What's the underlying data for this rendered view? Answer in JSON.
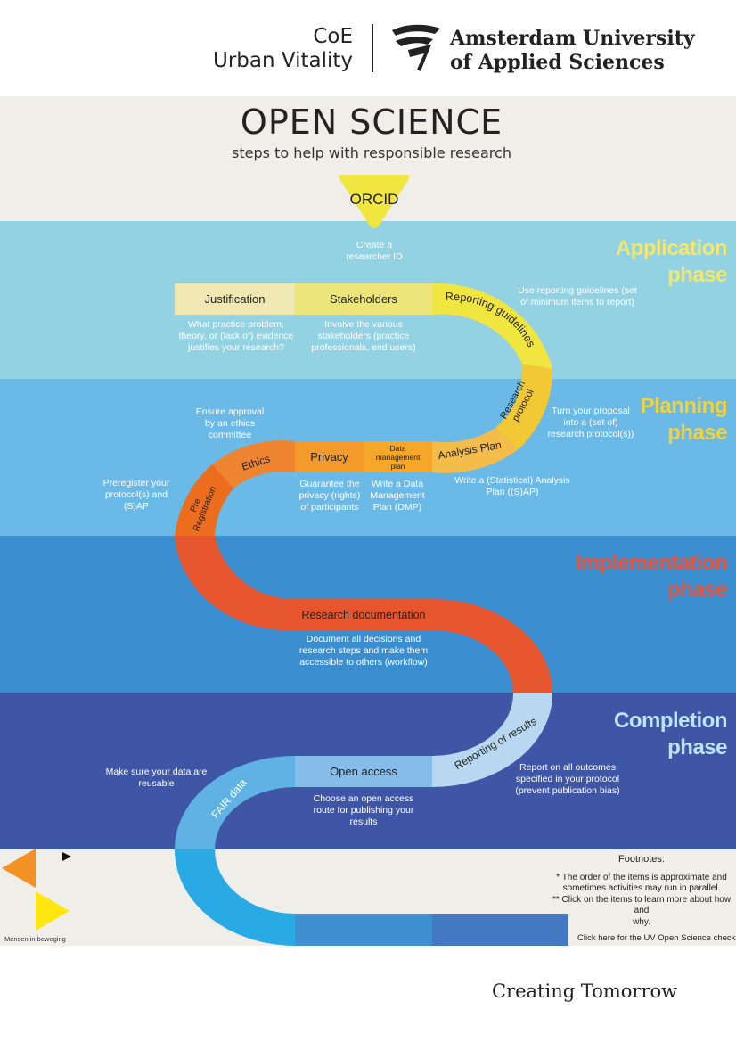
{
  "header": {
    "coe_line1": "CoE",
    "coe_line2": "Urban Vitality",
    "uni_line1": "Amsterdam University",
    "uni_line2": "of Applied Sciences"
  },
  "title": "OPEN SCIENCE",
  "subtitle": "steps to help with responsible research",
  "phases": {
    "application": {
      "line1": "Application",
      "line2": "phase",
      "color": "#F4E76E"
    },
    "planning": {
      "line1": "Planning",
      "line2": "phase",
      "color": "#F2D13A"
    },
    "implementation": {
      "line1": "Implementation",
      "line2": "phase",
      "color": "#E8533A"
    },
    "completion": {
      "line1": "Completion",
      "line2": "phase",
      "color": "#BFE3F5"
    }
  },
  "steps": {
    "orcid": {
      "label": "ORCID",
      "desc_l1": "Create a",
      "desc_l2": "researcher ID"
    },
    "justification": {
      "label": "Justification",
      "desc_l1": "What practice problem,",
      "desc_l2": "theory, or (lack of) evidence",
      "desc_l3": "justifies your research?"
    },
    "stakeholders": {
      "label": "Stakeholders",
      "desc_l1": "Involve the various",
      "desc_l2": "stakeholders (practice",
      "desc_l3": "professionals, end users)"
    },
    "reporting_guidelines": {
      "label": "Reporting guidelines",
      "desc_l1": "Use reporting guidelines (set",
      "desc_l2": "of minimum items to report)"
    },
    "research_protocol": {
      "label_l1": "Research",
      "label_l2": "protocol",
      "desc_l1": "Turn your proposal",
      "desc_l2": "into a (set of)",
      "desc_l3": "research protocol(s))"
    },
    "analysis_plan": {
      "label": "Analysis Plan",
      "desc_l1": "Write a (Statistical) Analysis",
      "desc_l2": "Plan ((S)AP)"
    },
    "data_management_plan": {
      "label_l1": "Data",
      "label_l2": "management",
      "label_l3": "plan",
      "desc_l1": "Write a Data",
      "desc_l2": "Management",
      "desc_l3": "Plan (DMP)"
    },
    "privacy": {
      "label": "Privacy",
      "desc_l1": "Guarantee the",
      "desc_l2": "privacy (rights)",
      "desc_l3": "of participants"
    },
    "ethics": {
      "label": "Ethics",
      "desc_l1": "Ensure approval",
      "desc_l2": "by an ethics",
      "desc_l3": "committee"
    },
    "preregistration": {
      "label_l1": "Pre",
      "label_l2": "Registration",
      "desc_l1": "Preregister your",
      "desc_l2": "protocol(s) and",
      "desc_l3": "(S)AP"
    },
    "research_documentation": {
      "label": "Research documentation",
      "desc_l1": "Document all decisions and",
      "desc_l2": "research steps and make them",
      "desc_l3": "accessible to others (workflow)"
    },
    "reporting_results": {
      "label": "Reporting of results",
      "desc_l1": "Report on all outcomes",
      "desc_l2": "specified in your protocol",
      "desc_l3": "(prevent publication bias)"
    },
    "open_access": {
      "label": "Open access",
      "desc_l1": "Choose an open access",
      "desc_l2": "route for publishing your",
      "desc_l3": "results"
    },
    "fair_data": {
      "label": "FAIR data",
      "desc_l1": "Make sure your data are",
      "desc_l2": "reusable"
    }
  },
  "footnotes": {
    "title": "Footnotes:",
    "line1": "* The order of the items is approximate and",
    "line2": "sometimes activities may run in parallel.",
    "line3": "** Click on the items to learn more about how and",
    "line4": "why."
  },
  "checklist_link": "Click here for the UV Open Science checklist",
  "small_logo_text": "Mensen in beweging",
  "tagline": "Creating Tomorrow",
  "colors": {
    "band_title": "#EFEEE8",
    "band_application": "#93D2E3",
    "band_planning": "#6BB9E6",
    "band_implementation": "#3A8ED0",
    "band_completion": "#3F56A6",
    "band_footer": "#EFEEE8"
  }
}
